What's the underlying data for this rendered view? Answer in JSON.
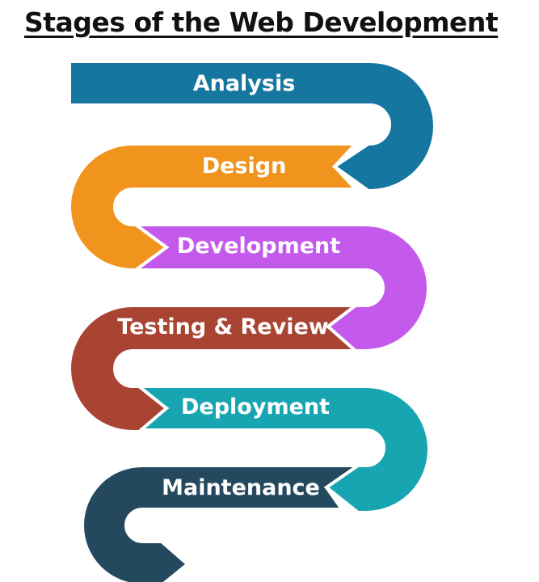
{
  "title": "Stages of the Web Development",
  "stages": [
    {
      "label": "Analysis",
      "color": "#15769F"
    },
    {
      "label": "Design",
      "color": "#F0941E"
    },
    {
      "label": "Development",
      "color": "#C45AEC"
    },
    {
      "label": "Testing & Review",
      "color": "#A94332"
    },
    {
      "label": "Deployment",
      "color": "#17A6B1"
    },
    {
      "label": "Maintenance",
      "color": "#24495E"
    }
  ]
}
